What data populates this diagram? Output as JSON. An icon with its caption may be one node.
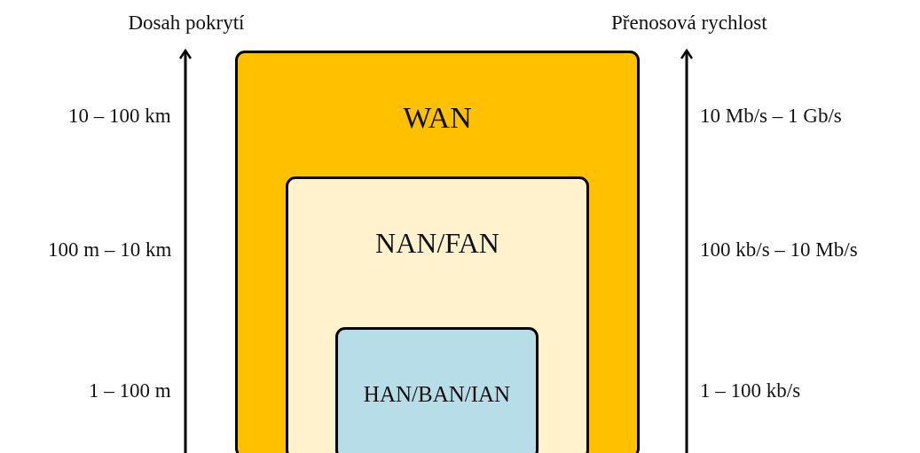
{
  "diagram": {
    "nodes": [
      {
        "text": [
          "WAN"
        ]
      },
      {
        "text": [
          "NAN/FAN"
        ],
        "in": 0
      },
      {
        "text": [
          "HAN/BAN/IAN"
        ],
        "in": 1
      }
    ],
    "labels": [
      "Dosah pokrytí",
      "Přenosová rychlost",
      "10 – 100 km",
      "10 Mb/s – 1 Gb/s",
      "100 m – 10 km",
      "100 kb/s – 10 Mb/s",
      "1 – 100 m",
      "1 – 100 kb/s"
    ]
  }
}
